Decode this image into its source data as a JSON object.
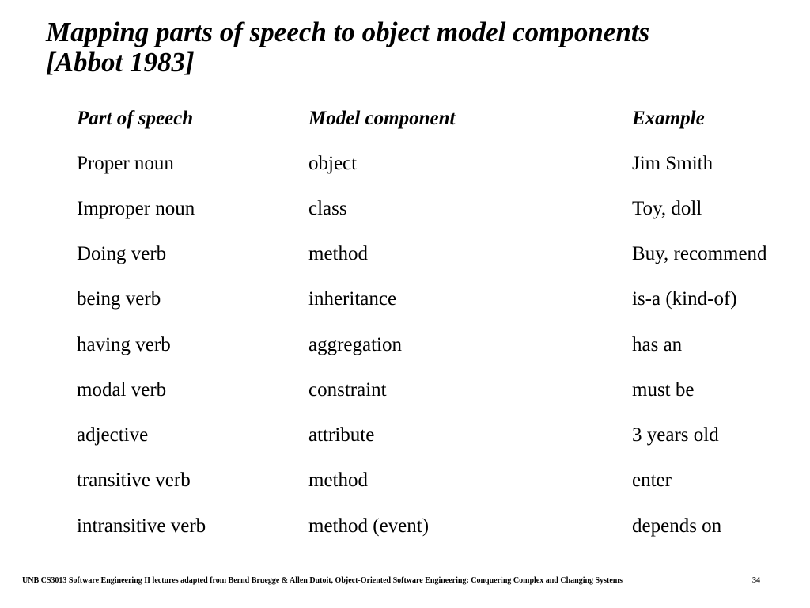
{
  "slide": {
    "title_line1": "Mapping parts of speech to object model components",
    "title_line2": "[Abbot 1983]"
  },
  "table": {
    "headers": [
      "Part of speech",
      "Model component",
      "Example"
    ],
    "rows": [
      [
        "Proper noun",
        "object",
        "Jim Smith"
      ],
      [
        "Improper noun",
        "class",
        "Toy, doll"
      ],
      [
        "Doing verb",
        "method",
        "Buy, recommend"
      ],
      [
        "being verb",
        "inheritance",
        "is-a (kind-of)"
      ],
      [
        "having verb",
        "aggregation",
        "has an"
      ],
      [
        "modal verb",
        "constraint",
        "must be"
      ],
      [
        "adjective",
        "attribute",
        "3 years old"
      ],
      [
        "transitive verb",
        "method",
        "enter"
      ],
      [
        "intransitive verb",
        "method (event)",
        "depends on"
      ]
    ]
  },
  "footer": {
    "credit": "UNB CS3013 Software Engineering II lectures adapted from Bernd Bruegge & Allen Dutoit, Object-Oriented Software Engineering: Conquering Complex and Changing Systems",
    "page_number": "34"
  }
}
